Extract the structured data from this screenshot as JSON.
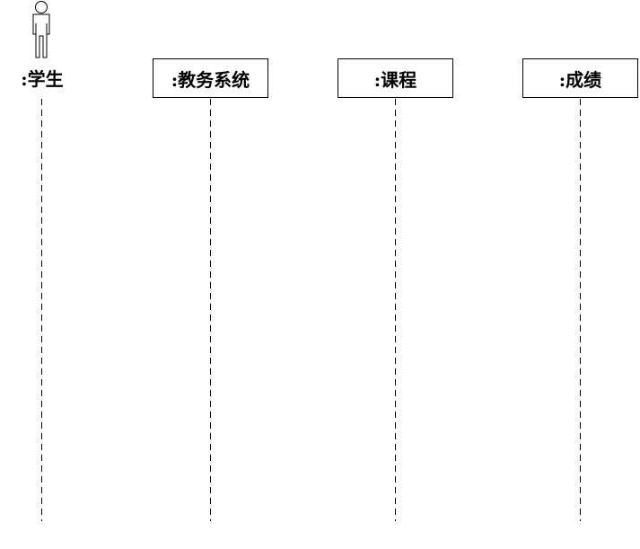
{
  "diagram": {
    "type": "sequence",
    "line_color": "#000000",
    "participants": [
      {
        "id": "student",
        "kind": "actor",
        "label": ":学生",
        "icon": "actor-stick-figure-icon"
      },
      {
        "id": "system",
        "kind": "object",
        "label": ":教务系统"
      },
      {
        "id": "course",
        "kind": "object",
        "label": ":课程"
      },
      {
        "id": "grade",
        "kind": "object",
        "label": ":成绩"
      }
    ]
  }
}
